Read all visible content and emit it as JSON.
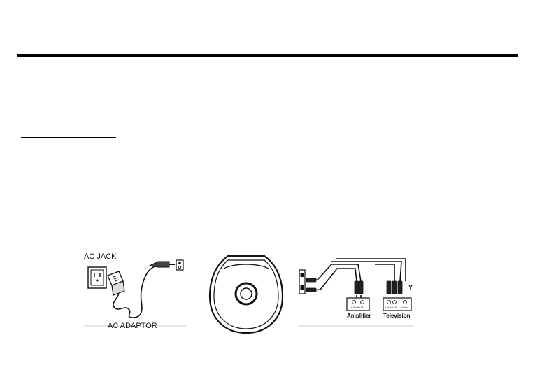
{
  "figures": {
    "ac": {
      "jack_label": "AC JACK",
      "adaptor_label": "AC ADAPTOR"
    },
    "connection": {
      "amplifier_label": "Amplifier",
      "television_label": "Television",
      "y_label": "Y",
      "lr_label": "L Audio R",
      "video_label": "Video"
    }
  }
}
